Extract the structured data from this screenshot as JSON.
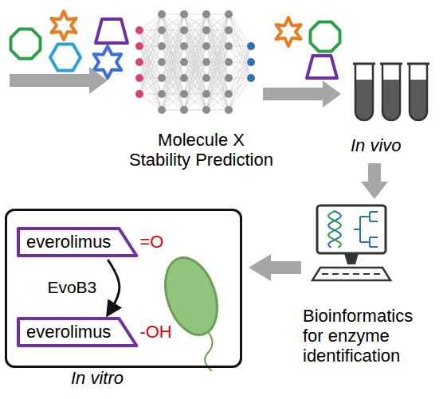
{
  "diagram": {
    "nodes": [
      {
        "text": [
          "In vitro"
        ]
      },
      {
        "text": [
          "everolimus",
          "=O"
        ],
        "in": 0
      },
      {
        "text": [
          "everolimus",
          "-OH"
        ],
        "in": 0
      }
    ],
    "edges": [
      {
        "from": 1,
        "to": 2,
        "arrow": "to",
        "label": "EvoB3"
      }
    ],
    "labels": [
      "Molecule X Stability Prediction",
      "In vivo",
      "Bioinformatics for enzyme identification"
    ]
  }
}
